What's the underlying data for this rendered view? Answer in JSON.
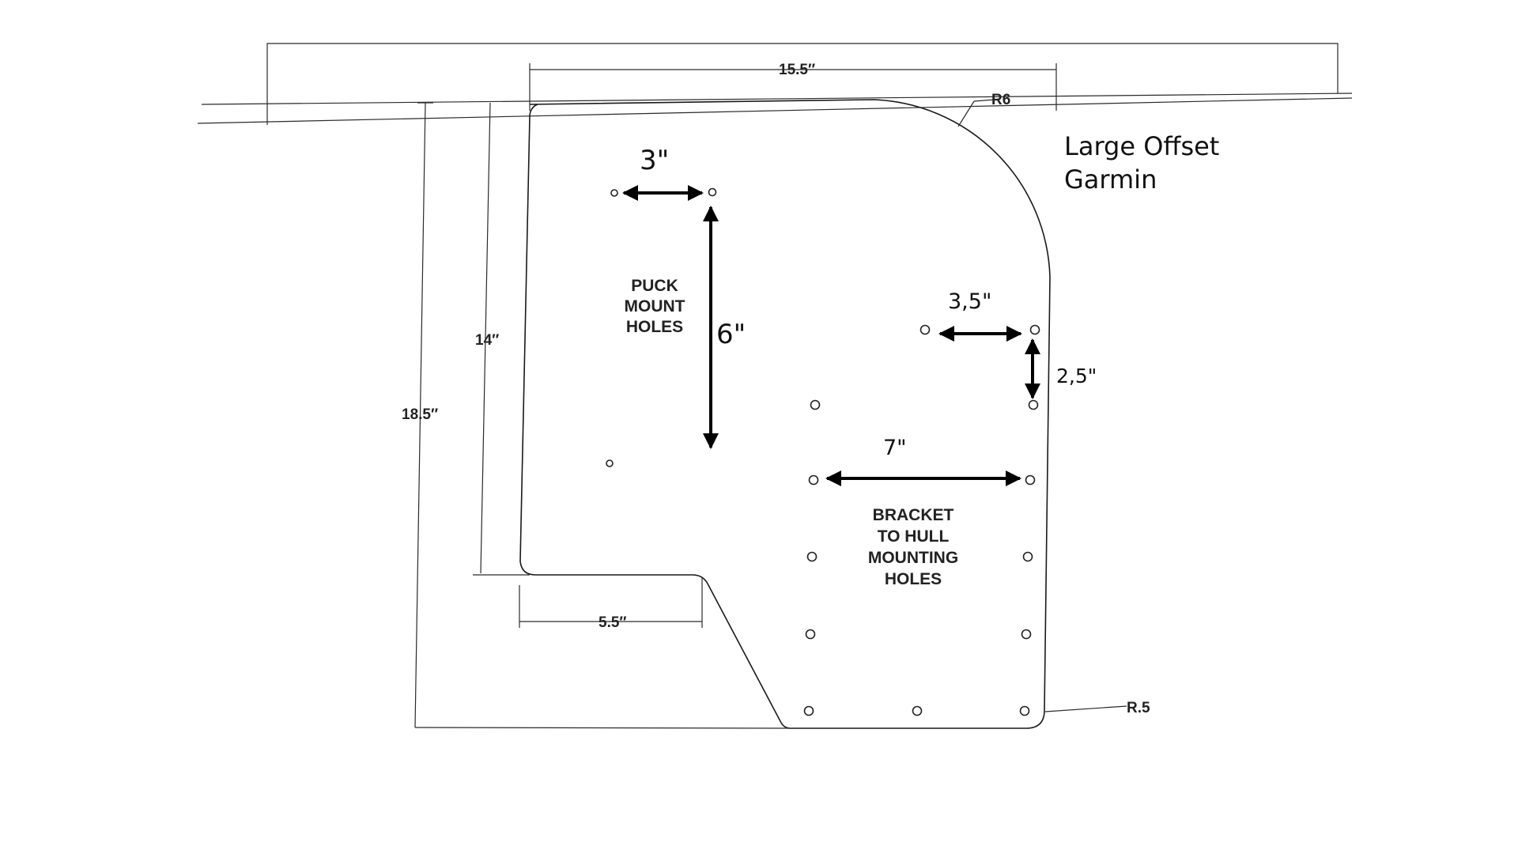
{
  "drawing": {
    "title_lines": [
      "Large Offset",
      "Garmin"
    ],
    "dimensions": {
      "width_top": "15.5″",
      "height_total": "18.5″",
      "height_inner": "14″",
      "bottom_step": "5.5″",
      "radius_top": "R6",
      "radius_corner": "R.5"
    },
    "labels": {
      "puck": [
        "PUCK",
        "MOUNT",
        "HOLES"
      ],
      "bracket": [
        "BRACKET",
        "TO HULL",
        "MOUNTING",
        "HOLES"
      ]
    },
    "annotations": {
      "puck_spacing_h": "3\"",
      "puck_spacing_v": "6\"",
      "bracket_spacing_a": "3,5\"",
      "bracket_spacing_b": "2,5\"",
      "bracket_spacing_c": "7\""
    }
  }
}
